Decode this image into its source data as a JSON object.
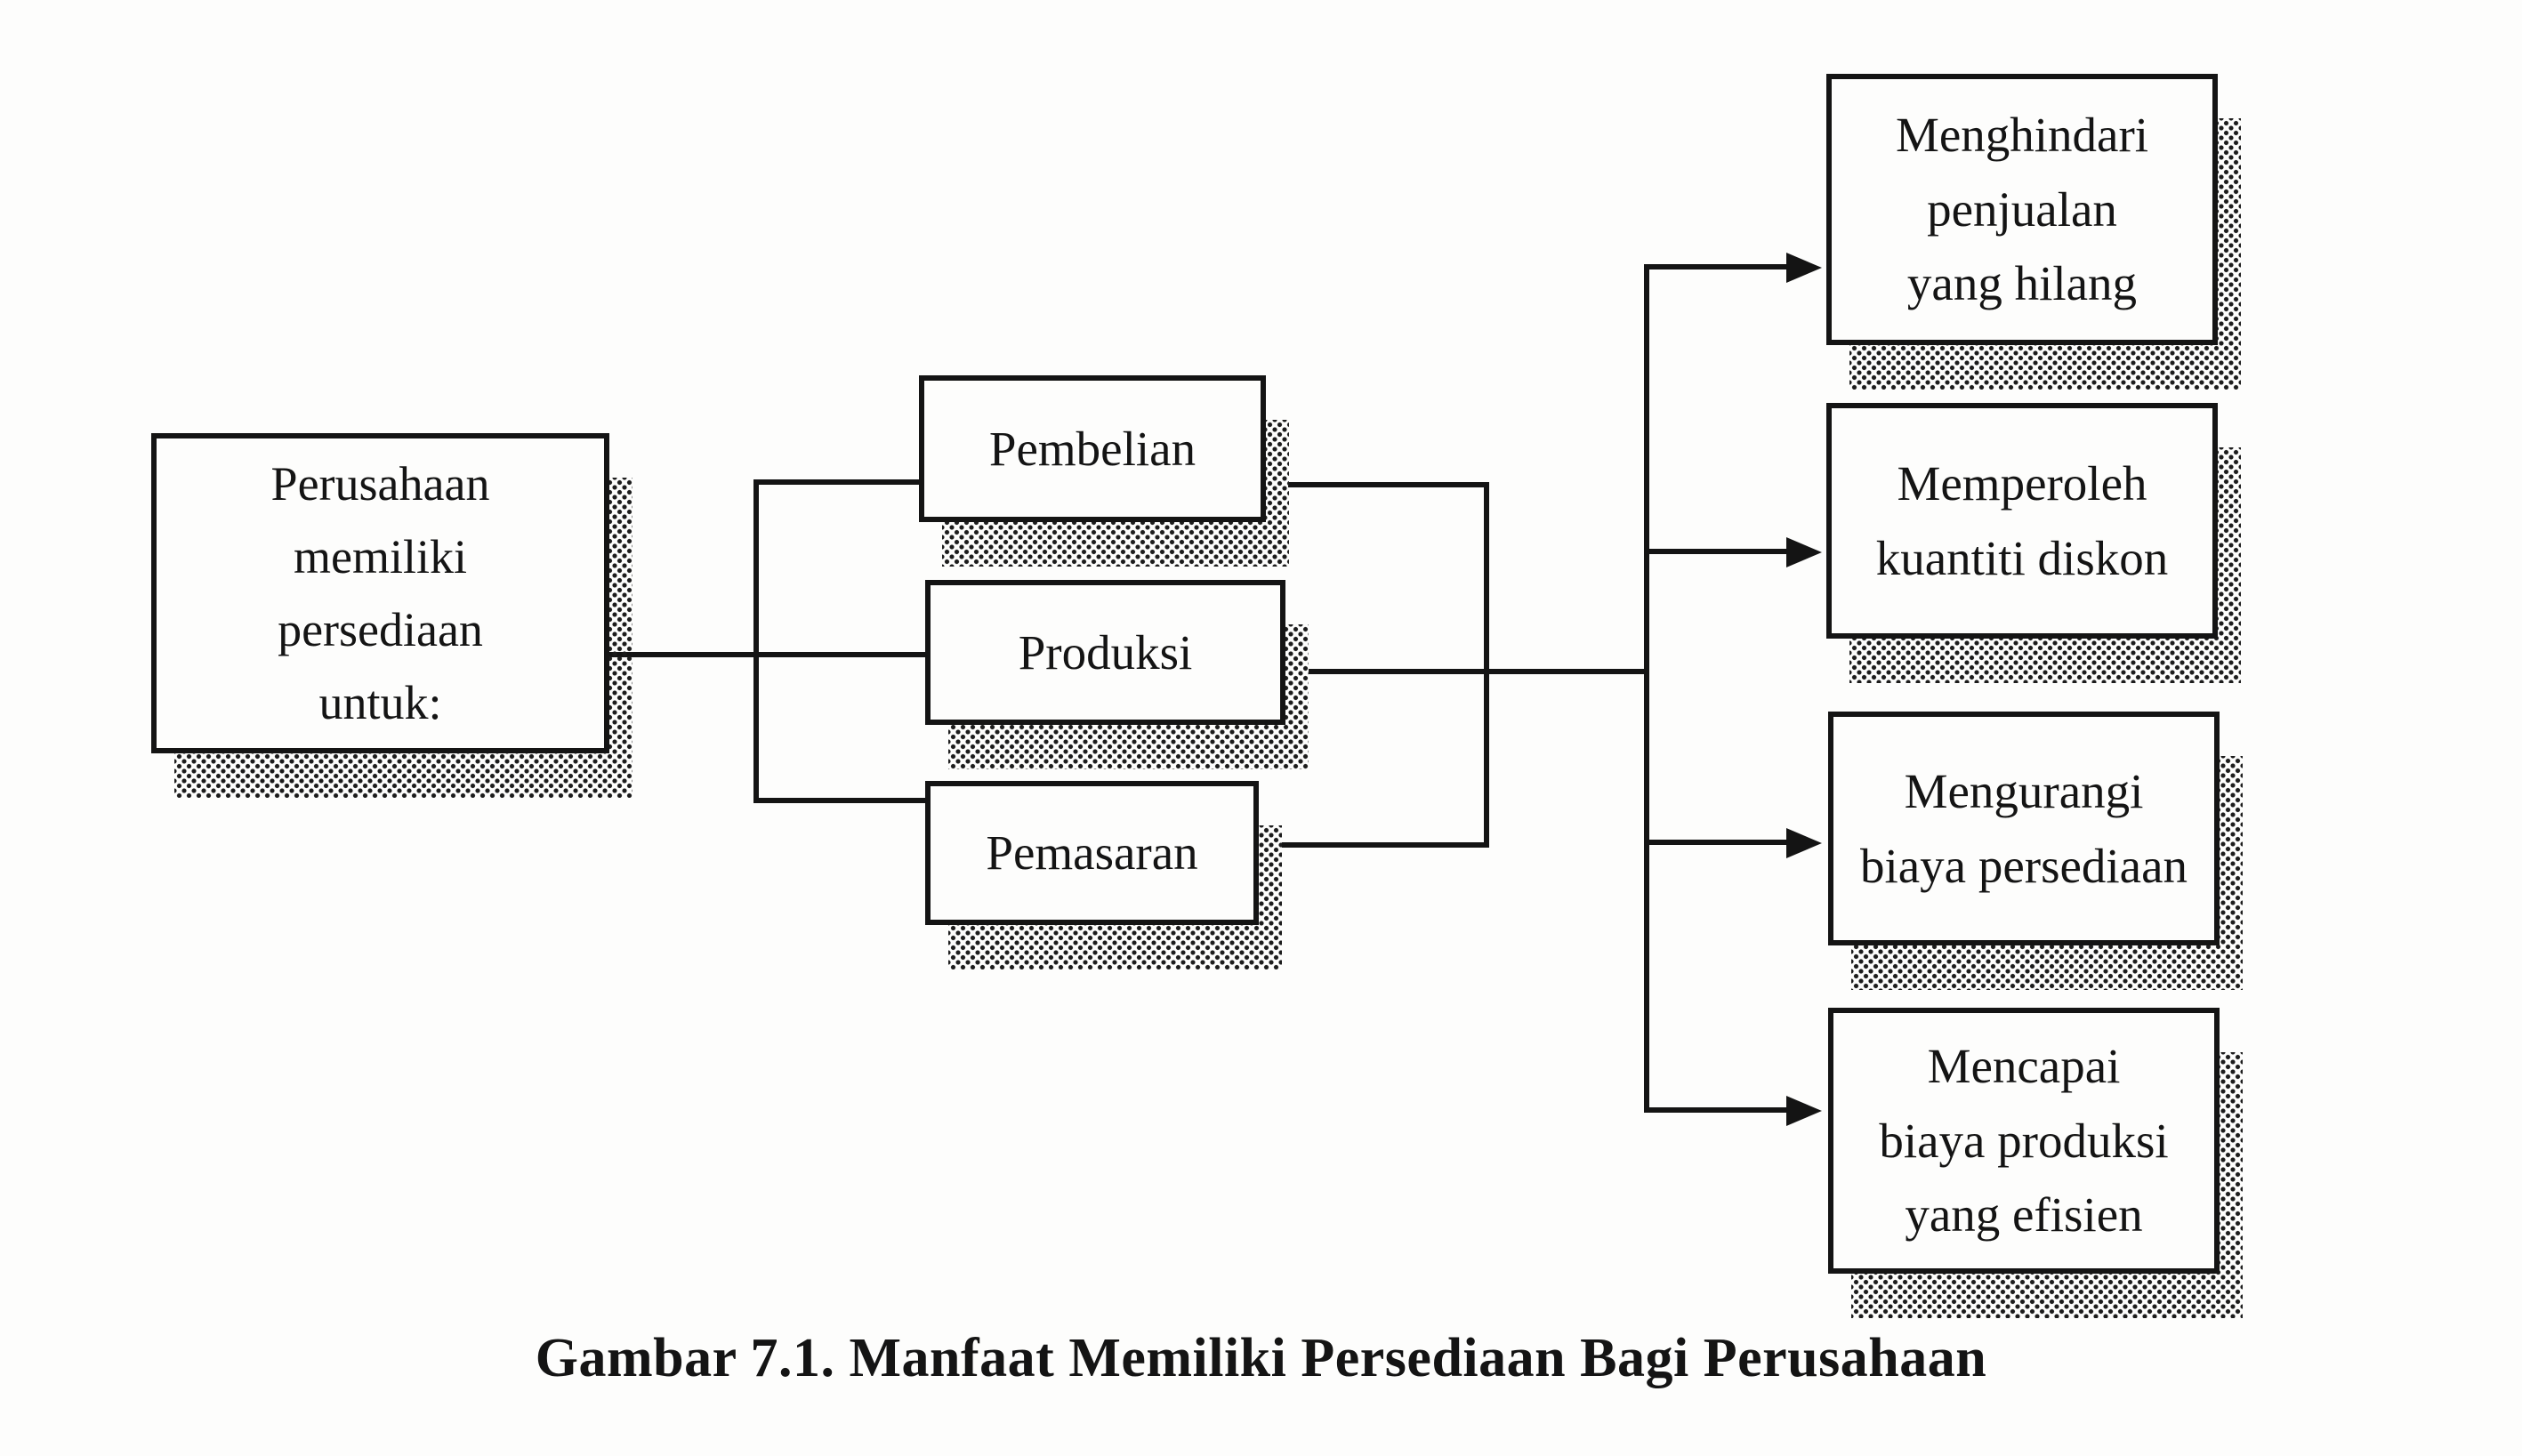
{
  "caption": {
    "text": "Gambar 7.1. Manfaat Memiliki Persediaan Bagi Perusahaan"
  },
  "root_box": {
    "lines": [
      "Perusahaan",
      "memiliki",
      "persediaan",
      "untuk:"
    ]
  },
  "middle_boxes": [
    {
      "label": "Pembelian"
    },
    {
      "label": "Produksi"
    },
    {
      "label": "Pemasaran"
    }
  ],
  "benefit_boxes": [
    {
      "lines": [
        "Menghindari",
        "penjualan",
        "yang hilang"
      ]
    },
    {
      "lines": [
        "Memperoleh",
        "kuantiti diskon"
      ]
    },
    {
      "lines": [
        "Mengurangi",
        "biaya persediaan"
      ]
    },
    {
      "lines": [
        "Mencapai",
        "biaya produksi",
        "yang efisien"
      ]
    }
  ],
  "colors": {
    "ink": "#141414",
    "paper": "#fdfdfc",
    "shadow_dots": "#1c1c1c"
  }
}
